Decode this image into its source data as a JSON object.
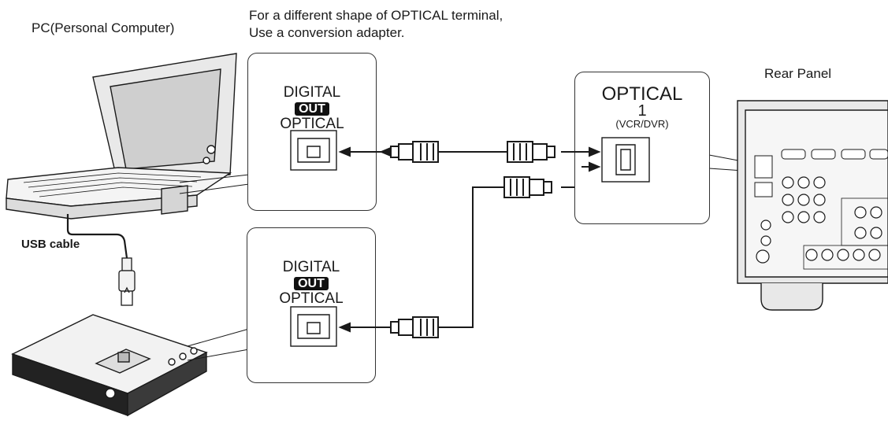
{
  "labels": {
    "pc": "PC(Personal Computer)",
    "note_line1": "For a different shape of OPTICAL terminal,",
    "note_line2": "Use a conversion adapter.",
    "rear_panel": "Rear Panel",
    "usb_cable": "USB cable"
  },
  "pc_port": {
    "line1": "DIGITAL",
    "badge": "OUT",
    "line2": "OPTICAL"
  },
  "dock_port": {
    "line1": "DIGITAL",
    "badge": "OUT",
    "line2": "OPTICAL"
  },
  "receiver_input": {
    "title": "OPTICAL",
    "number": "1",
    "sub": "(VCR/DVR)"
  },
  "colors": {
    "line": "#1a1a1a",
    "device_fill": "#f2f2f2",
    "badge_bg": "#111111"
  }
}
